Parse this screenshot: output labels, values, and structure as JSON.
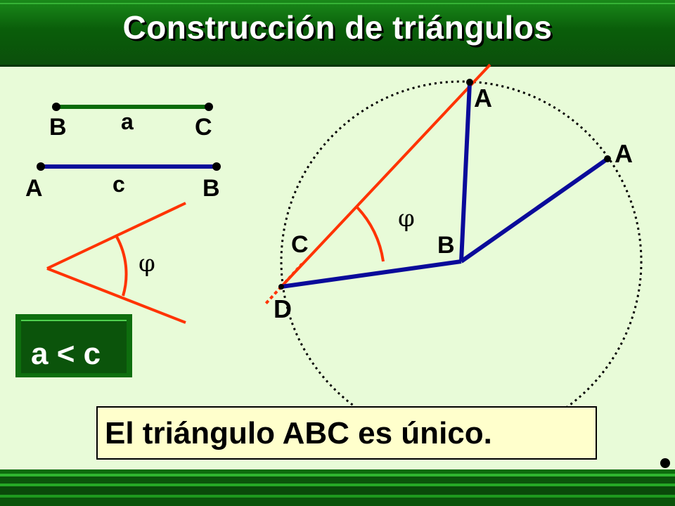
{
  "title": "Construcción de triángulos",
  "segments": {
    "a": {
      "label": "a",
      "start": "B",
      "end": "C"
    },
    "c": {
      "label": "c",
      "start": "A",
      "end": "B"
    }
  },
  "angle": {
    "symbol": "φ"
  },
  "condition": "a < c",
  "construction": {
    "point_top_A": "A",
    "point_right_A": "A",
    "point_B": "B",
    "point_C": "C",
    "point_D": "D",
    "angle_symbol": "φ"
  },
  "conclusion": "El triángulo ABC es único.",
  "colors": {
    "title_green": "#0b5e0b",
    "background": "#e8fbd8",
    "segment_a": "#0a6a0a",
    "segment_c": "#0a0a9a",
    "red": "#ff3300",
    "box_fill": "#ffffcc"
  }
}
